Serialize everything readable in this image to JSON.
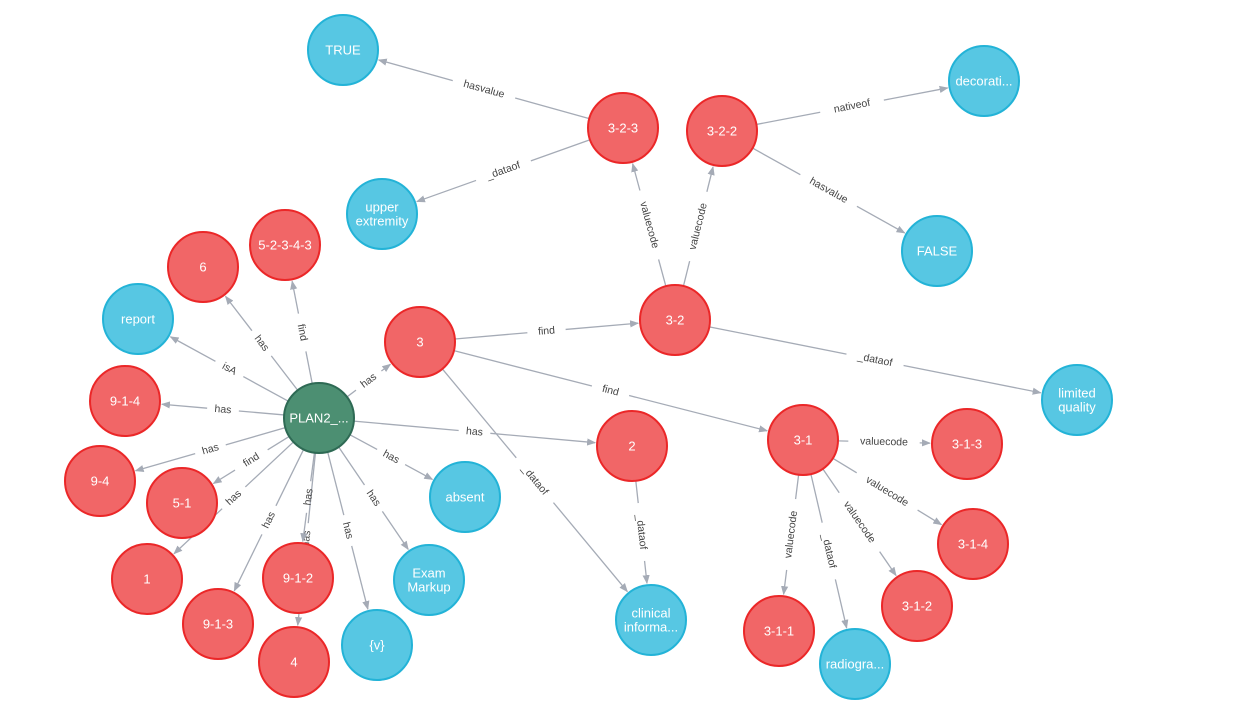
{
  "colors": {
    "red_fill": "#f16667",
    "red_stroke": "#eb2728",
    "blue_fill": "#57c7e3",
    "blue_stroke": "#23b3d7",
    "green_fill": "#4c8f72",
    "green_stroke": "#2e6a54",
    "edge": "#a5abb6"
  },
  "nodes": [
    {
      "id": "plan2",
      "label": "PLAN2_...",
      "type": "green"
    },
    {
      "id": "n3",
      "label": "3",
      "type": "red"
    },
    {
      "id": "n3-2",
      "label": "3-2",
      "type": "red"
    },
    {
      "id": "n3-2-3",
      "label": "3-2-3",
      "type": "red"
    },
    {
      "id": "n3-2-2",
      "label": "3-2-2",
      "type": "red"
    },
    {
      "id": "true",
      "label": "TRUE",
      "type": "blue"
    },
    {
      "id": "decor",
      "label": "decorati...",
      "type": "blue"
    },
    {
      "id": "false",
      "label": "FALSE",
      "type": "blue"
    },
    {
      "id": "upper",
      "label": "upper\nextremity",
      "type": "blue"
    },
    {
      "id": "limited",
      "label": "limited\nquality",
      "type": "blue"
    },
    {
      "id": "n2",
      "label": "2",
      "type": "red"
    },
    {
      "id": "n3-1",
      "label": "3-1",
      "type": "red"
    },
    {
      "id": "n3-1-3",
      "label": "3-1-3",
      "type": "red"
    },
    {
      "id": "n3-1-4",
      "label": "3-1-4",
      "type": "red"
    },
    {
      "id": "n3-1-2",
      "label": "3-1-2",
      "type": "red"
    },
    {
      "id": "n3-1-1",
      "label": "3-1-1",
      "type": "red"
    },
    {
      "id": "radiogra",
      "label": "radiogra...",
      "type": "blue"
    },
    {
      "id": "clinical",
      "label": "clinical\ninforma...",
      "type": "blue"
    },
    {
      "id": "n6",
      "label": "6",
      "type": "red"
    },
    {
      "id": "n5-2-3-4-3",
      "label": "5-2-3-4-3",
      "type": "red"
    },
    {
      "id": "report",
      "label": "report",
      "type": "blue"
    },
    {
      "id": "n9-1-4",
      "label": "9-1-4",
      "type": "red"
    },
    {
      "id": "n9-4",
      "label": "9-4",
      "type": "red"
    },
    {
      "id": "n5-1",
      "label": "5-1",
      "type": "red"
    },
    {
      "id": "n1",
      "label": "1",
      "type": "red"
    },
    {
      "id": "n9-1-3",
      "label": "9-1-3",
      "type": "red"
    },
    {
      "id": "n9-1-2",
      "label": "9-1-2",
      "type": "red"
    },
    {
      "id": "n4",
      "label": "4",
      "type": "red"
    },
    {
      "id": "v",
      "label": "{v}",
      "type": "blue"
    },
    {
      "id": "exam",
      "label": "Exam\nMarkup",
      "type": "blue"
    },
    {
      "id": "absent",
      "label": "absent",
      "type": "blue"
    }
  ],
  "edges": [
    {
      "from": "plan2",
      "to": "n3",
      "label": "has"
    },
    {
      "from": "plan2",
      "to": "n2",
      "label": "has"
    },
    {
      "from": "plan2",
      "to": "absent",
      "label": "has"
    },
    {
      "from": "plan2",
      "to": "exam",
      "label": "has"
    },
    {
      "from": "plan2",
      "to": "v",
      "label": "has"
    },
    {
      "from": "plan2",
      "to": "n4",
      "label": "has"
    },
    {
      "from": "plan2",
      "to": "n9-1-2",
      "label": "has"
    },
    {
      "from": "plan2",
      "to": "n9-1-3",
      "label": "has"
    },
    {
      "from": "plan2",
      "to": "n1",
      "label": "has"
    },
    {
      "from": "plan2",
      "to": "n5-1",
      "label": "find"
    },
    {
      "from": "plan2",
      "to": "n9-4",
      "label": "has"
    },
    {
      "from": "plan2",
      "to": "n9-1-4",
      "label": "has"
    },
    {
      "from": "plan2",
      "to": "report",
      "label": "isA"
    },
    {
      "from": "plan2",
      "to": "n6",
      "label": "has"
    },
    {
      "from": "plan2",
      "to": "n5-2-3-4-3",
      "label": "find"
    },
    {
      "from": "n3",
      "to": "n3-2",
      "label": "find"
    },
    {
      "from": "n3",
      "to": "n3-1",
      "label": "find"
    },
    {
      "from": "n3",
      "to": "clinical",
      "label": "_dataof"
    },
    {
      "from": "n3-2",
      "to": "n3-2-3",
      "label": "valuecode"
    },
    {
      "from": "n3-2",
      "to": "n3-2-2",
      "label": "valuecode"
    },
    {
      "from": "n3-2",
      "to": "limited",
      "label": "_dataof"
    },
    {
      "from": "n3-2-3",
      "to": "true",
      "label": "hasvalue"
    },
    {
      "from": "n3-2-3",
      "to": "upper",
      "label": "_dataof"
    },
    {
      "from": "n3-2-2",
      "to": "decor",
      "label": "nativeof"
    },
    {
      "from": "n3-2-2",
      "to": "false",
      "label": "hasvalue"
    },
    {
      "from": "n2",
      "to": "clinical",
      "label": "_dataof"
    },
    {
      "from": "n3-1",
      "to": "n3-1-3",
      "label": "valuecode"
    },
    {
      "from": "n3-1",
      "to": "n3-1-4",
      "label": "valuecode"
    },
    {
      "from": "n3-1",
      "to": "n3-1-2",
      "label": "valuecode"
    },
    {
      "from": "n3-1",
      "to": "n3-1-1",
      "label": "valuecode"
    },
    {
      "from": "n3-1",
      "to": "radiogra",
      "label": "_dataof"
    }
  ]
}
